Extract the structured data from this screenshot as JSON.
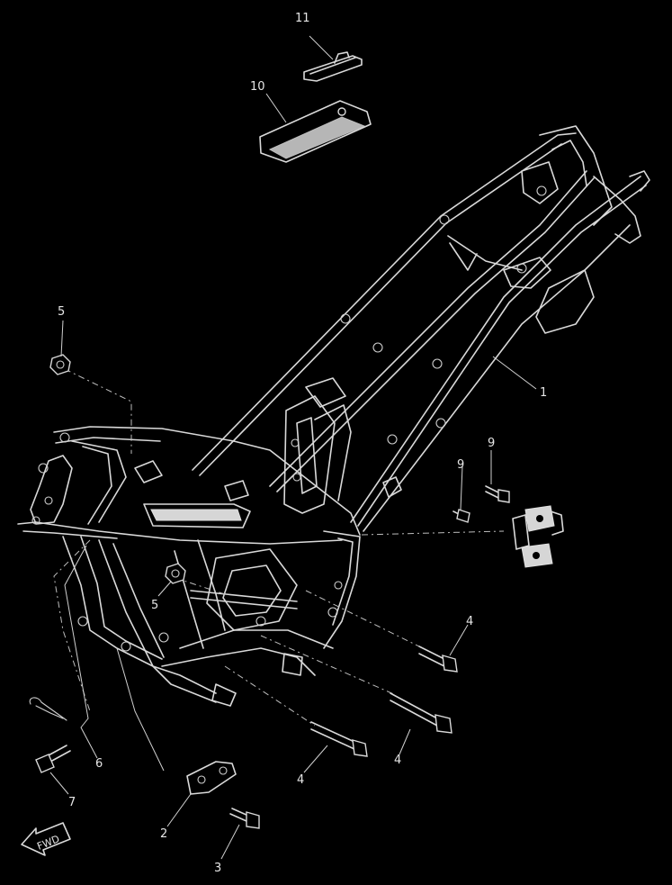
{
  "callouts": {
    "c1": "1",
    "c2": "2",
    "c3": "3",
    "c4a": "4",
    "c4b": "4",
    "c4c": "4",
    "c5a": "5",
    "c5b": "5",
    "c6": "6",
    "c7": "7",
    "c9a": "9",
    "c9b": "9",
    "c10": "10",
    "c11": "11"
  },
  "fwd_label": "FWD",
  "colors": {
    "background": "#000000",
    "linework": "#d9d9d9"
  }
}
